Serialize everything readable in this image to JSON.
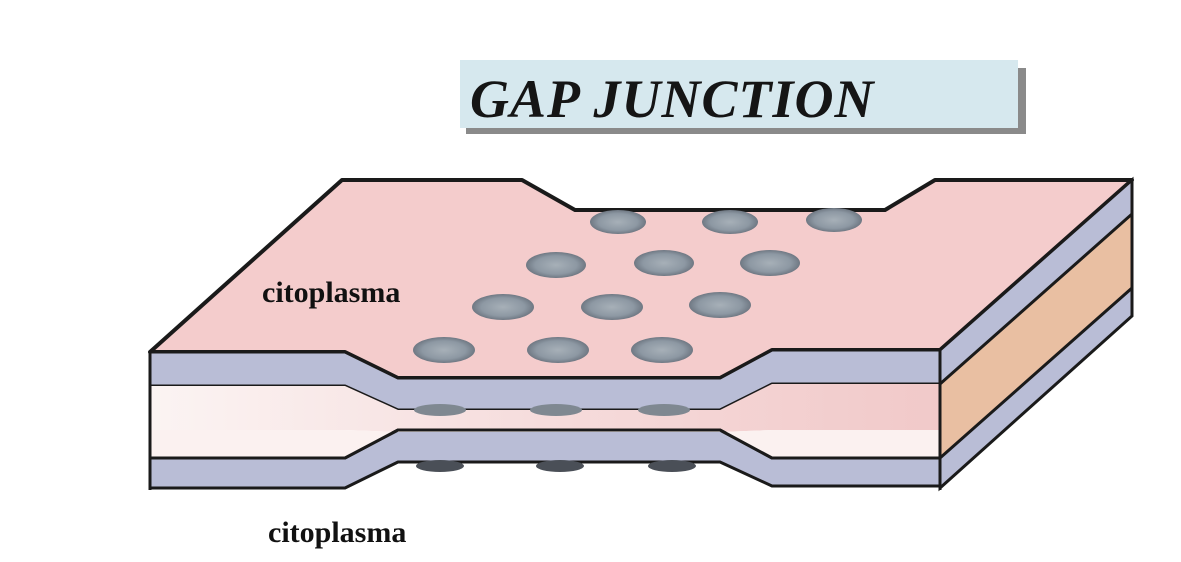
{
  "title": "GAP JUNCTION",
  "labels": {
    "upper_cytoplasm": "citoplasma",
    "lower_cytoplasm": "citoplasma"
  },
  "colors": {
    "cytoplasm_top": "#f4cccc",
    "membrane": "#b9bdd6",
    "cleft": "#fbf2f1",
    "side_face": "#e9bfa2",
    "connexon": "#8e9aa6",
    "title_box": "#d6e8ee"
  },
  "visible_connexon_count": 12
}
